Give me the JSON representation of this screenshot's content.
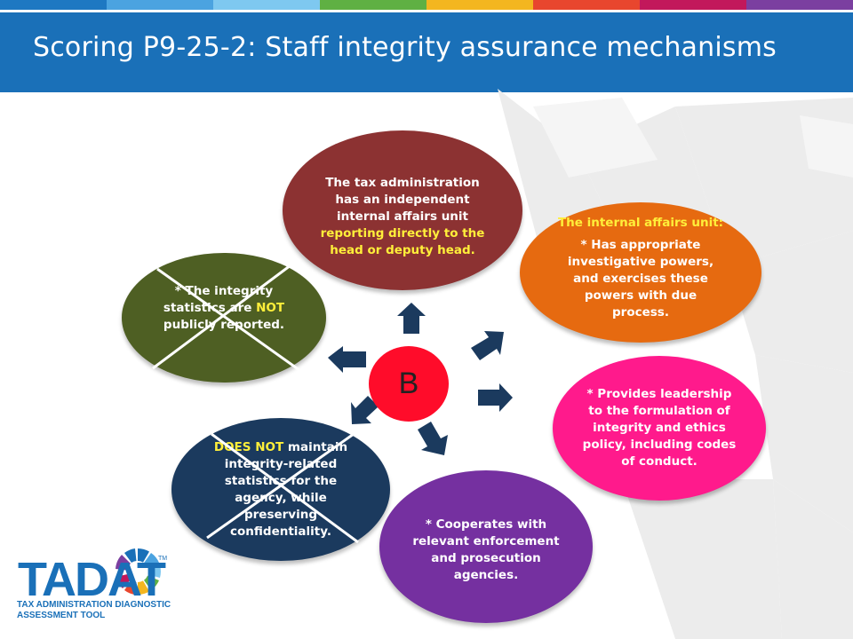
{
  "title": "Scoring P9-25-2: Staff integrity assurance mechanisms",
  "colors": {
    "header": "#1a70b8",
    "bar": [
      "#1e78c2",
      "#4ba3e0",
      "#7ec8f0",
      "#5fb043",
      "#f3b61f",
      "#e8462e",
      "#c2185b",
      "#7b3fa0"
    ],
    "red_bubble": "#8c3232",
    "orange_bubble": "#e66a10",
    "pink_bubble": "#ff1a8c",
    "purple_bubble": "#7530a0",
    "navy_bubble": "#1b3a5e",
    "olive_bubble": "#4e5f23",
    "center": "#ff0c2a",
    "highlight": "#ffef3a"
  },
  "center_score": "B",
  "bubbles": {
    "top": {
      "line1": "The tax administration",
      "line2": "has an independent",
      "line3": "internal affairs unit",
      "line4": "reporting directly to the",
      "line5": "head or deputy head."
    },
    "right_top": {
      "heading": "The internal affairs unit:",
      "line1": "* Has appropriate",
      "line2": "investigative powers,",
      "line3": "and exercises these",
      "line4": "powers with due",
      "line5": "process."
    },
    "right": {
      "line1": "* Provides leadership",
      "line2": "to the formulation of",
      "line3": "integrity and ethics",
      "line4": "policy, including codes",
      "line5": "of conduct."
    },
    "bottom": {
      "line1": "* Cooperates with",
      "line2": "relevant enforcement",
      "line3": "and prosecution",
      "line4": "agencies."
    },
    "bottom_left": {
      "line1_hl": "DOES NOT",
      "line1_rest": " maintain",
      "line2": "integrity-related",
      "line3": "statistics for the",
      "line4": "agency, while",
      "line5": "preserving",
      "line6": "confidentiality."
    },
    "left": {
      "line1": "* The integrity",
      "line2_a": "statistics are ",
      "line2_hl": "NOT",
      "line3": "publicly reported."
    }
  },
  "logo": {
    "name": "TADAT",
    "tm": "TM",
    "sub1": "TAX ADMINISTRATION DIAGNOSTIC",
    "sub2": "ASSESSMENT TOOL"
  }
}
